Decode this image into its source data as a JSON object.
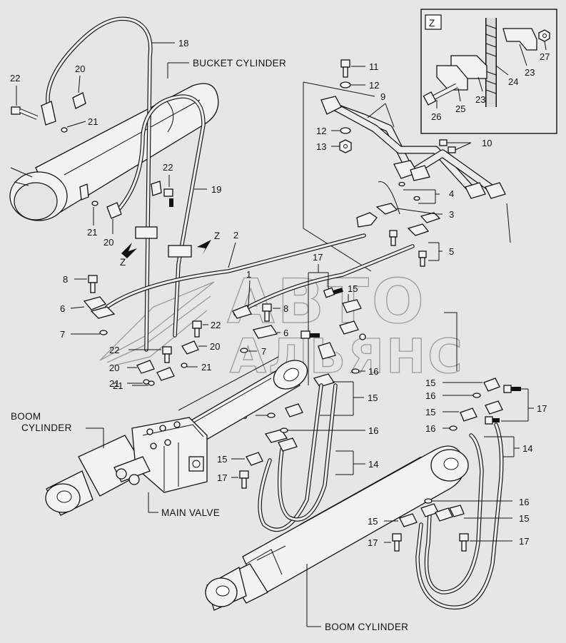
{
  "labels": {
    "bucket_cylinder": "BUCKET CYLINDER",
    "boom_cylinder_left_line1": "BOOM",
    "boom_cylinder_left_line2": "CYLINDER",
    "main_valve": "MAIN VALVE",
    "boom_cylinder_bottom": "BOOM CYLINDER",
    "detail_z": "Z",
    "view_z": "Z"
  },
  "callouts": {
    "c1": "1",
    "c2": "2",
    "c3": "3",
    "c4": "4",
    "c5": "5",
    "c6a": "6",
    "c6b": "6",
    "c7a": "7",
    "c7b": "7",
    "c8a": "8",
    "c8b": "8",
    "c9": "9",
    "c10": "10",
    "c11": "11",
    "c12a": "12",
    "c12b": "12",
    "c13": "13",
    "c14a": "14",
    "c14b": "14",
    "c15a": "15",
    "c15b": "15",
    "c15c": "15",
    "c15d": "15",
    "c15e": "15",
    "c15f": "15",
    "c15g": "15",
    "c16a": "16",
    "c16b": "16",
    "c16c": "16",
    "c16d": "16",
    "c16e": "16",
    "c16f": "16",
    "c17a": "17",
    "c17b": "17",
    "c17c": "17",
    "c17d": "17",
    "c17e": "17",
    "c18": "18",
    "c19": "19",
    "c20a": "20",
    "c20b": "20",
    "c20c": "20",
    "c20d": "20",
    "c21a": "21",
    "c21b": "21",
    "c21c": "21",
    "c21d": "21",
    "c21e": "21",
    "c22a": "22",
    "c22b": "22",
    "c22c": "22",
    "c22d": "22",
    "c23a": "23",
    "c23b": "23",
    "c24": "24",
    "c25": "25",
    "c26": "26",
    "c27": "27"
  },
  "watermark": {
    "line1": "АВТО",
    "line2": "АЛЬЯНС"
  }
}
